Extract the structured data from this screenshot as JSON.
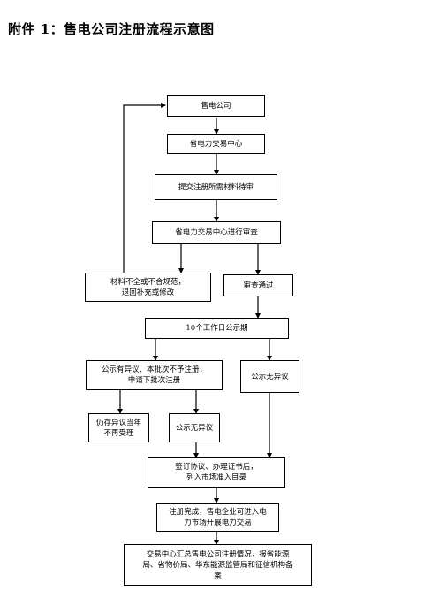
{
  "title": "附件 1：售电公司注册流程示意图",
  "nodes": {
    "company": "售电公司",
    "center": "省电力交易中心",
    "submit": "提交注册所需材料待审",
    "review": "省电力交易中心进行审查",
    "incomplete": "材料不全或不合规范，\n退回补充或修改",
    "passed": "审查通过",
    "publicity": "10个工作日公示期",
    "objection": "公示有异议、本批次不予注册，\n申请下批次注册",
    "no_objection_right": "公示无异议",
    "still_objection": "仍存异议当年\n不再受理",
    "no_objection_left": "公示无异议",
    "sign": "签订协议、办理证书后，\n列入市场准入目录",
    "complete": "注册完成，售电企业可进入电\n力市场开展电力交易",
    "report": "交易中心汇总售电公司注册情况，报省能源\n局、省物价局、华东能源监管局和征信机构备\n案"
  }
}
